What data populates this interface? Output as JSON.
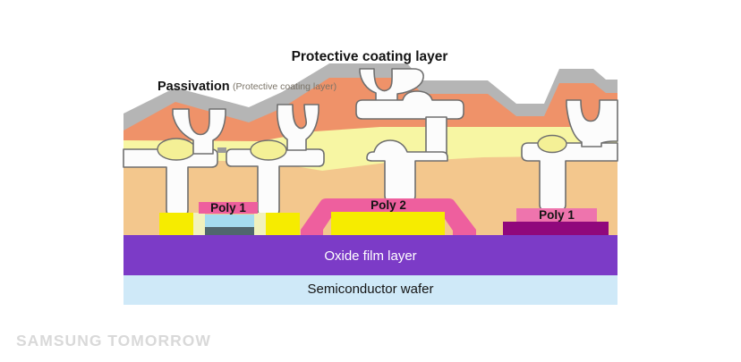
{
  "watermark": "SAMSUNG TOMORROW",
  "labels": {
    "protective_coating": "Protective coating layer",
    "passivation": "Passivation",
    "passivation_sub": "(Protective coating layer)",
    "poly1_left": "Poly 1",
    "poly2": "Poly 2",
    "poly1_right": "Poly 1",
    "oxide": "Oxide film layer",
    "wafer": "Semiconductor wafer"
  },
  "layers": [
    {
      "name": "Protective coating layer (passivation top)",
      "color_key": "gray"
    },
    {
      "name": "Passivation",
      "color_key": "orange"
    },
    {
      "name": "Insulating film (upper)",
      "color_key": "paleyellow"
    },
    {
      "name": "Interlayer dielectric",
      "color_key": "tan"
    },
    {
      "name": "Metal interconnect",
      "color_key": "metal"
    },
    {
      "name": "Poly silicon",
      "color_key": "pink"
    },
    {
      "name": "Oxide film layer",
      "color_key": "purple"
    },
    {
      "name": "Semiconductor wafer",
      "color_key": "lightblue"
    }
  ],
  "colors": {
    "gray": "#b5b5b5",
    "orange": "#ef9269",
    "paleyellow": "#f7f6a3",
    "ovalyellow": "#f4f096",
    "tan": "#f3c78d",
    "metal": "#fcfcfc",
    "outline": "#6f6f6f",
    "pink": "#ee5f9e",
    "pinklight": "#ee74ad",
    "yellow": "#f6ec00",
    "palestrip": "#f1f1bc",
    "cyan": "#a5dcef",
    "teal": "#50666d",
    "magenta": "#90087c",
    "purple": "#7c3bc7",
    "lightblue": "#cfe9f8",
    "gapgray": "#9a9a9a",
    "textdark": "#141414",
    "textsub": "#7b7468",
    "watermark": "#d9d9d9"
  }
}
